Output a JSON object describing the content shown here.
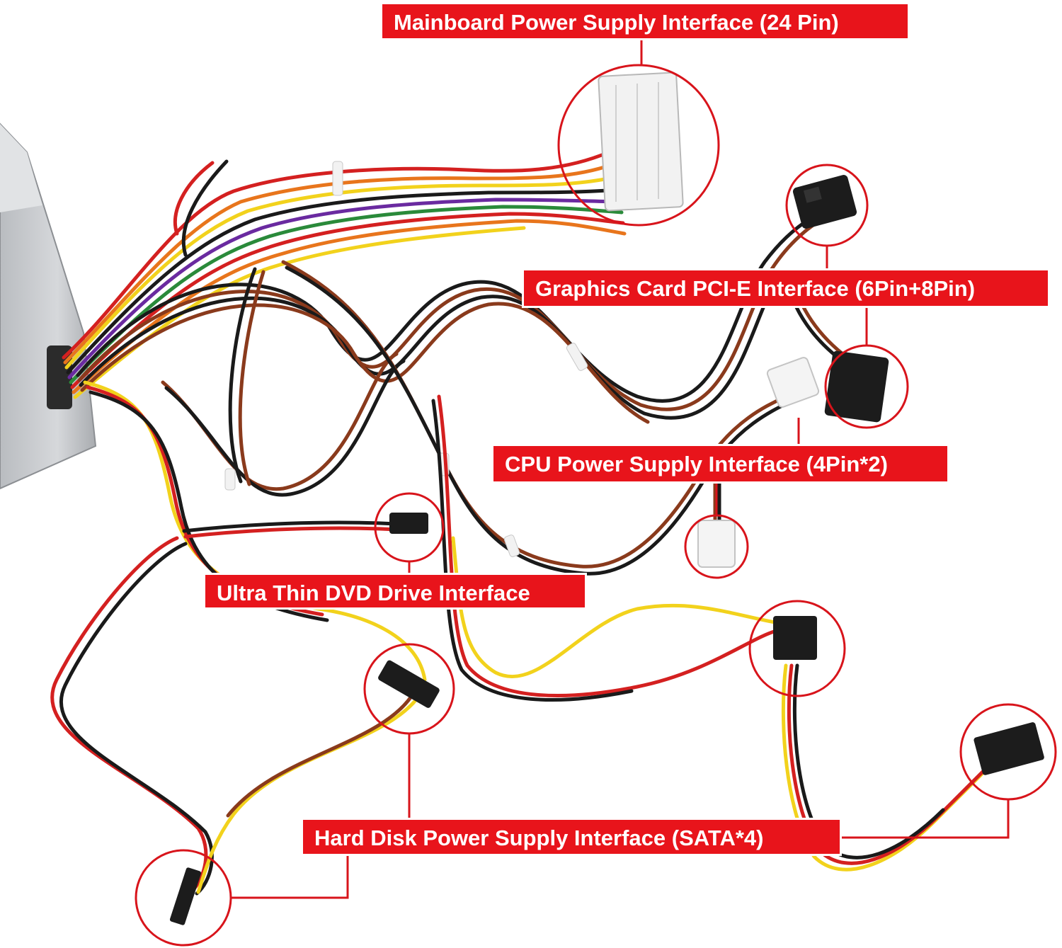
{
  "labels": {
    "mainboard": "Mainboard Power Supply Interface (24 Pin)",
    "graphics": "Graphics Card PCI-E Interface (6Pin+8Pin)",
    "cpu": "CPU Power Supply Interface (4Pin*2)",
    "dvd": "Ultra Thin DVD Drive Interface",
    "sata": "Hard Disk Power Supply Interface (SATA*4)"
  },
  "colors": {
    "label_bg": "#e8141b",
    "label_text": "#ffffff",
    "callout_line": "#d8141b",
    "wire_red": "#d42020",
    "wire_black": "#1a1a1a",
    "wire_yellow": "#f2d21c",
    "wire_orange": "#e8751c",
    "wire_brown": "#8a3a1c",
    "wire_purple": "#6a2aa0",
    "wire_green": "#2a8a3a",
    "psu_case": "#c9ccd0"
  }
}
